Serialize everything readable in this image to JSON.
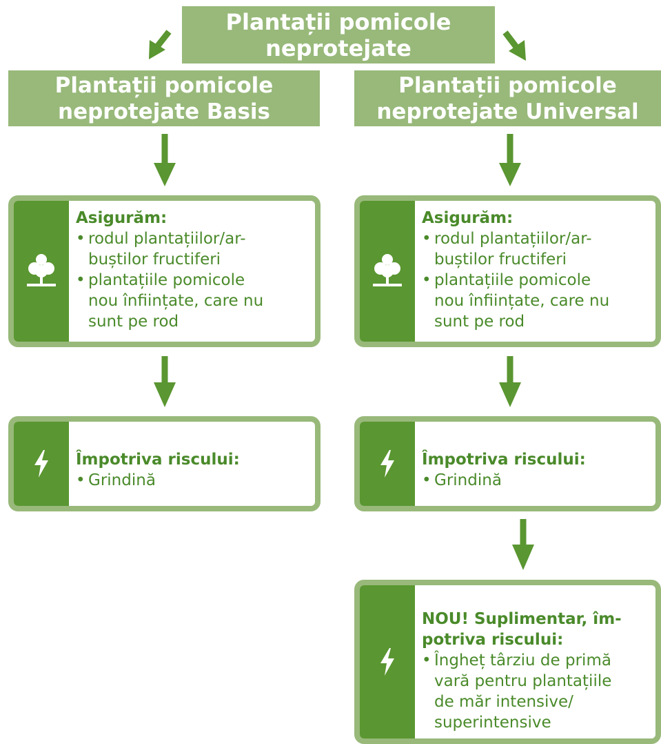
{
  "colors": {
    "accent_light": "#98b97a",
    "accent_dark": "#5a9631",
    "text_green": "#4a8a2a"
  },
  "top": {
    "line1": "Plantații pomicole",
    "line2": "neprotejate"
  },
  "left": {
    "head_line1": "Plantații pomicole",
    "head_line2": "neprotejate Basis",
    "insure_heading": "Asigurăm:",
    "insure_items": [
      {
        "l1": "rodul plantațiilor/ar-",
        "l2": "buștilor fructiferi"
      },
      {
        "l1": "plantațiile pomicole",
        "l2": "nou înființate, care nu",
        "l3": "sunt pe rod"
      }
    ],
    "risk_heading": "Împotriva riscului:",
    "risk_items": [
      "Grindină"
    ]
  },
  "right": {
    "head_line1": "Plantații pomicole",
    "head_line2": "neprotejate Universal",
    "insure_heading": "Asigurăm:",
    "insure_items": [
      {
        "l1": "rodul plantațiilor/ar-",
        "l2": "buștilor fructiferi"
      },
      {
        "l1": "plantațiile pomicole",
        "l2": "nou înființate, care nu",
        "l3": "sunt pe rod"
      }
    ],
    "risk_heading": "Împotriva riscului:",
    "risk_items": [
      "Grindină"
    ],
    "new_heading_l1": "NOU! Suplimentar, îm-",
    "new_heading_l2": "potriva riscului:",
    "new_item": {
      "l1": "Îngheț târziu de primă",
      "l2": "vară pentru plantațiile",
      "l3": "de măr intensive/",
      "l4": "superintensive"
    }
  },
  "icons": {
    "tree": "tree-icon",
    "bolt": "lightning-icon",
    "arrow": "arrow-down-icon"
  }
}
